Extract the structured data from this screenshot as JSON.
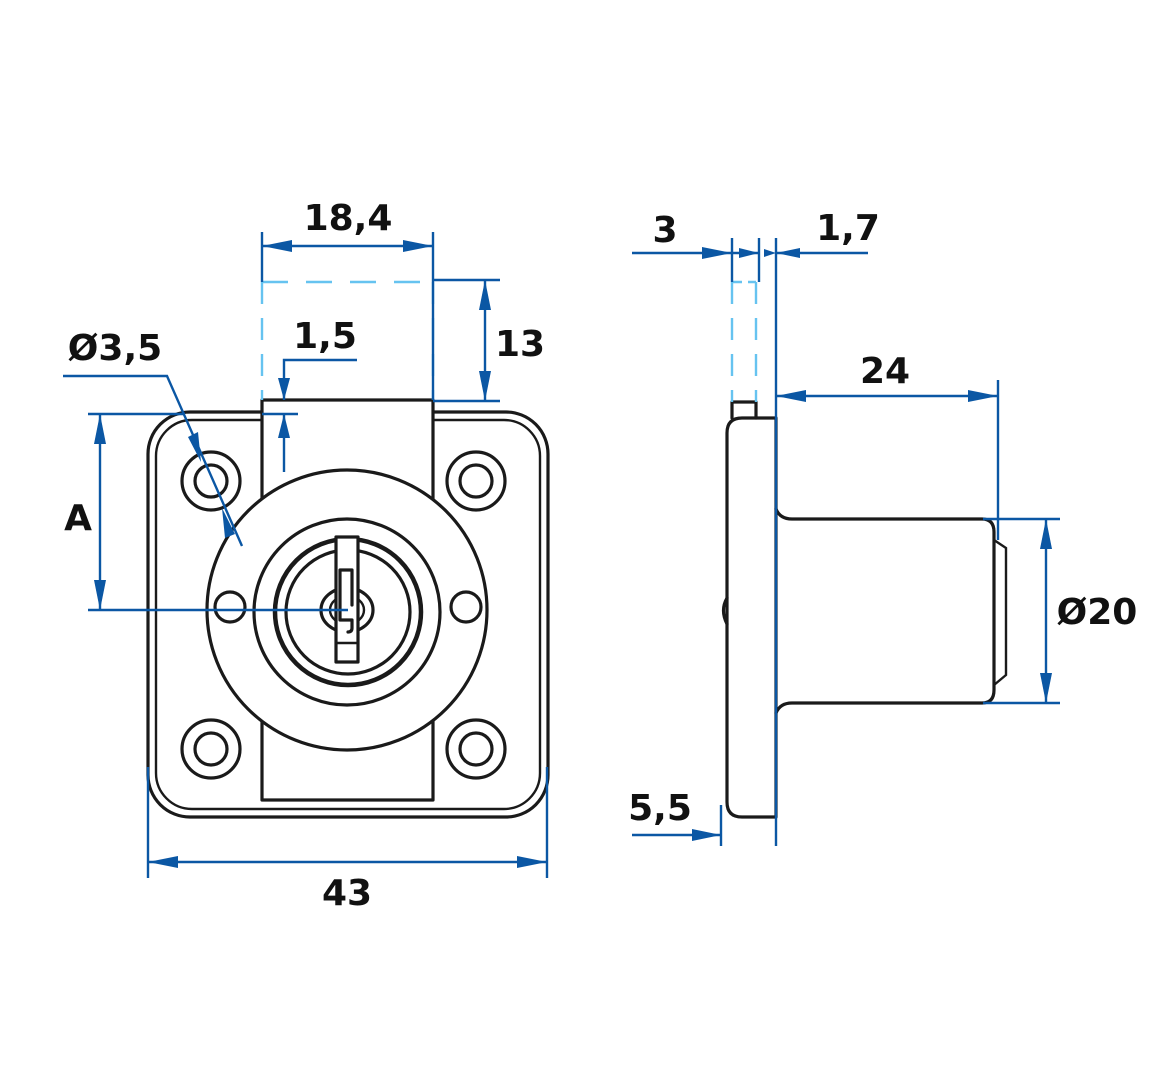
{
  "drawing": {
    "subject": "cabinet cam lock with square flange",
    "colors": {
      "part_outline": "#1a1a1a",
      "dimension": "#0b57a4",
      "hidden_line": "#66c3f0",
      "background": "#ffffff"
    },
    "units": "mm",
    "front_view": {
      "dimensions": {
        "bolt_width": "18,4",
        "bolt_projection": "13",
        "bolt_step": "1,5",
        "hole_diameter": "Ø3,5",
        "center_offset": "A",
        "flange_width": "43"
      }
    },
    "side_view": {
      "dimensions": {
        "bolt_thickness": "3",
        "bolt_gap": "1,7",
        "body_length": "24",
        "body_diameter": "Ø20",
        "flange_thickness": "5,5"
      }
    }
  }
}
